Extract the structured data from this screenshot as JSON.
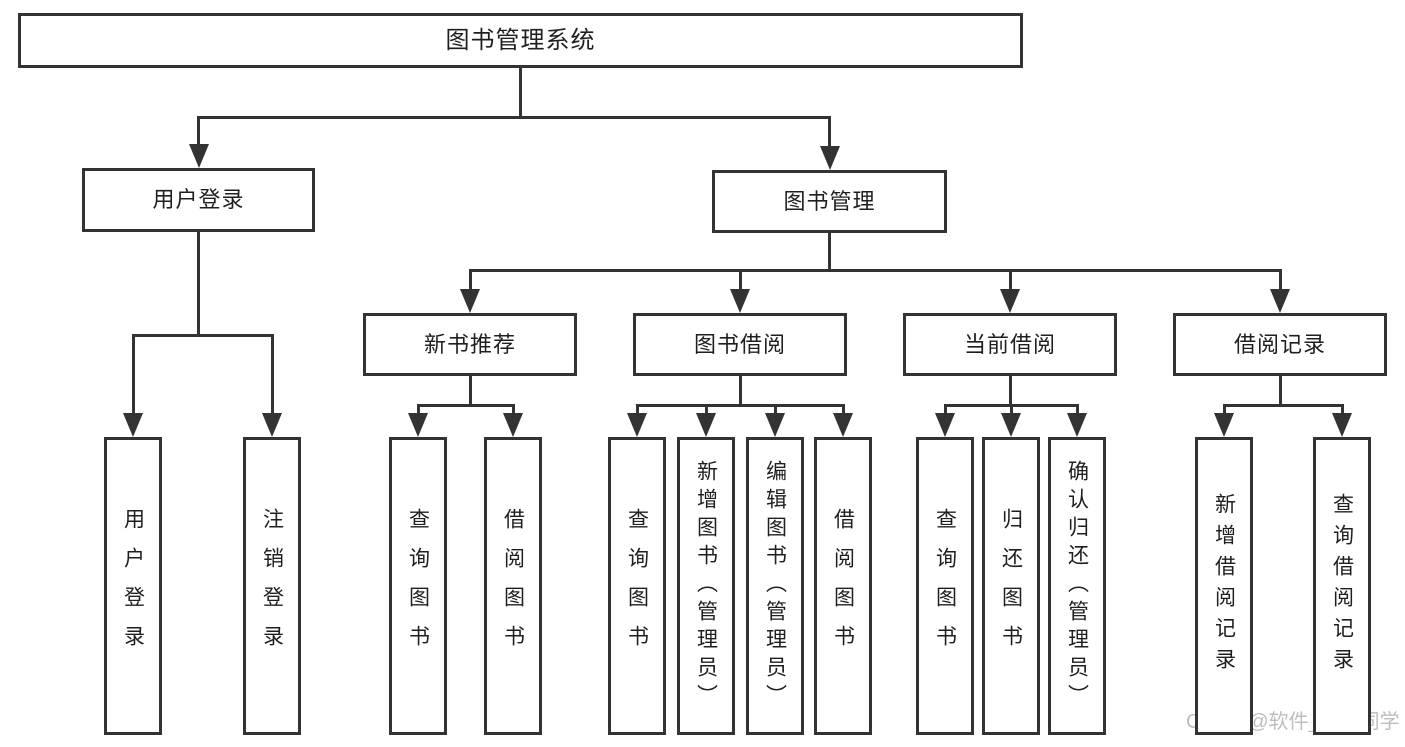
{
  "diagram": {
    "nodes": [
      {
        "id": "root",
        "label": "图书管理系统",
        "parent": null
      },
      {
        "id": "user-login",
        "label": "用户登录",
        "parent": "root"
      },
      {
        "id": "book-mgmt",
        "label": "图书管理",
        "parent": "root"
      },
      {
        "id": "user-login-op",
        "label": "用户登录",
        "parent": "user-login"
      },
      {
        "id": "logout-op",
        "label": "注销登录",
        "parent": "user-login"
      },
      {
        "id": "new-book-rec",
        "label": "新书推荐",
        "parent": "book-mgmt"
      },
      {
        "id": "book-borrow",
        "label": "图书借阅",
        "parent": "book-mgmt"
      },
      {
        "id": "current-borrow",
        "label": "当前借阅",
        "parent": "book-mgmt"
      },
      {
        "id": "borrow-record",
        "label": "借阅记录",
        "parent": "book-mgmt"
      },
      {
        "id": "rec-query-book",
        "label": "查询图书",
        "parent": "new-book-rec"
      },
      {
        "id": "rec-borrow-book",
        "label": "借阅图书",
        "parent": "new-book-rec"
      },
      {
        "id": "bb-query-book",
        "label": "查询图书",
        "parent": "book-borrow"
      },
      {
        "id": "bb-add-book",
        "label": "新增图书（管理员）",
        "parent": "book-borrow"
      },
      {
        "id": "bb-edit-book",
        "label": "编辑图书（管理员）",
        "parent": "book-borrow"
      },
      {
        "id": "bb-borrow-book",
        "label": "借阅图书",
        "parent": "book-borrow"
      },
      {
        "id": "cb-query-book",
        "label": "查询图书",
        "parent": "current-borrow"
      },
      {
        "id": "cb-return-book",
        "label": "归还图书",
        "parent": "current-borrow"
      },
      {
        "id": "cb-confirm-return",
        "label": "确认归还（管理员）",
        "parent": "current-borrow"
      },
      {
        "id": "br-add-record",
        "label": "新增借阅记录",
        "parent": "borrow-record"
      },
      {
        "id": "br-query-record",
        "label": "查询借阅记录",
        "parent": "borrow-record"
      }
    ],
    "watermark": "CSDN @软件_小贺同学",
    "colors": {
      "line": "#333333",
      "text": "#1f1f1f",
      "background": "#ffffff",
      "watermark": "#bdbdbd"
    }
  }
}
